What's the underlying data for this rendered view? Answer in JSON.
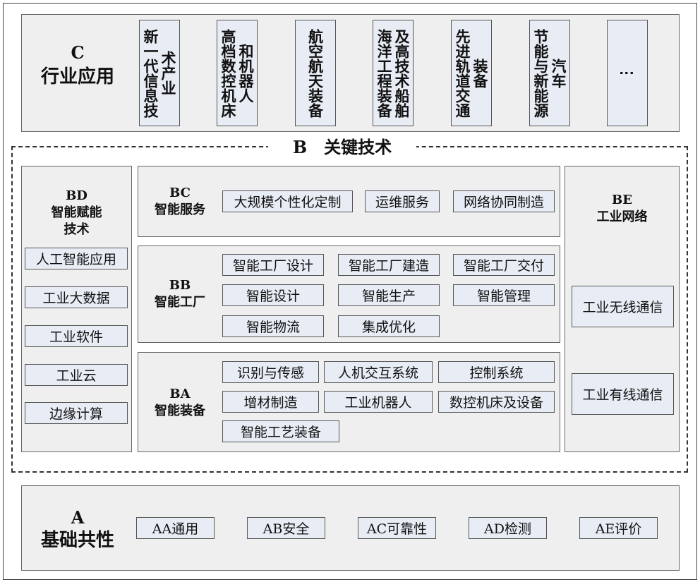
{
  "C": {
    "code": "C",
    "title": "行业应用",
    "items": [
      [
        "新一代信息技",
        "术产业"
      ],
      [
        "高档数控机床",
        "和机器人"
      ],
      [
        "航空航天装备"
      ],
      [
        "海洋工程装备",
        "及高技术船舶"
      ],
      [
        "先进轨道交通",
        "装备"
      ],
      [
        "节能与新能源",
        "汽车"
      ],
      [
        "⋮"
      ]
    ]
  },
  "B": {
    "title": "B　关键技术",
    "BD": {
      "code": "BD",
      "title": "智能赋能",
      "title2": "技术",
      "items": [
        "人工智能应用",
        "工业大数据",
        "工业软件",
        "工业云",
        "边缘计算"
      ]
    },
    "BC": {
      "code": "BC",
      "title": "智能服务",
      "items": [
        "大规模个性化定制",
        "运维服务",
        "网络协同制造"
      ]
    },
    "BB": {
      "code": "BB",
      "title": "智能工厂",
      "items": [
        "智能工厂设计",
        "智能工厂建造",
        "智能工厂交付",
        "智能设计",
        "智能生产",
        "智能管理",
        "智能物流",
        "集成优化"
      ]
    },
    "BA": {
      "code": "BA",
      "title": "智能装备",
      "items": [
        "识别与传感",
        "人机交互系统",
        "控制系统",
        "增材制造",
        "工业机器人",
        "数控机床及设备",
        "智能工艺装备"
      ]
    },
    "BE": {
      "code": "BE",
      "title": "工业网络",
      "items": [
        "工业无线通信",
        "工业有线通信"
      ]
    }
  },
  "A": {
    "code": "A",
    "title": "基础共性",
    "items": [
      "AA通用",
      "AB安全",
      "AC可靠性",
      "AD检测",
      "AE评价"
    ]
  }
}
